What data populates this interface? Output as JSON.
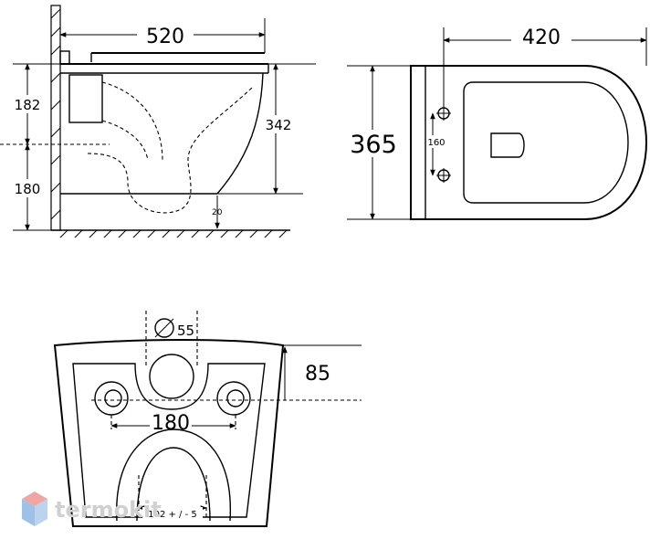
{
  "side_view": {
    "width": "520",
    "height_upper": "182",
    "height_lower": "180",
    "bowl_height": "342",
    "gap_floor": "20"
  },
  "top_view": {
    "length": "420",
    "width": "365",
    "bolt_spacing": "160"
  },
  "rear_view": {
    "outlet_diameter": "55",
    "outlet_height": "85",
    "bolt_spacing": "180",
    "drain_tolerance": "102 + / - 5",
    "diameter_symbol": "⌀"
  },
  "watermark": {
    "text": "termokit",
    "colors": {
      "top": "#f2a5a5",
      "left": "#9fc1e8",
      "right": "#bcd3ef"
    }
  }
}
